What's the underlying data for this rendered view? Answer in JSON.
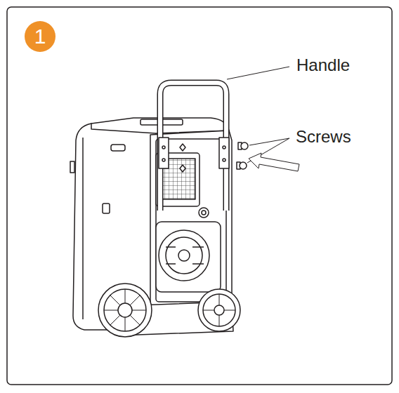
{
  "diagram": {
    "nodes": [
      {
        "text": [
          "1"
        ]
      }
    ],
    "labels": [
      "Handle",
      "Screws"
    ]
  }
}
